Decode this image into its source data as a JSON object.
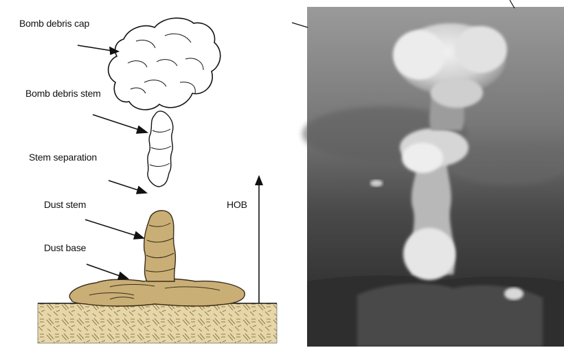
{
  "diagram": {
    "labels": {
      "cap": "Bomb debris cap",
      "stem": "Bomb debris stem",
      "separation": "Stem separation",
      "dust_stem": "Dust stem",
      "dust_base": "Dust base",
      "hob": "HOB"
    }
  },
  "colors": {
    "dust": "#c9ae76",
    "dust_outline": "#3a2e18",
    "ground": "#e6d6a8",
    "ground_hatch": "#8f7c52",
    "line": "#111111"
  },
  "photo": {
    "subject": "mushroom-cloud-photo"
  }
}
